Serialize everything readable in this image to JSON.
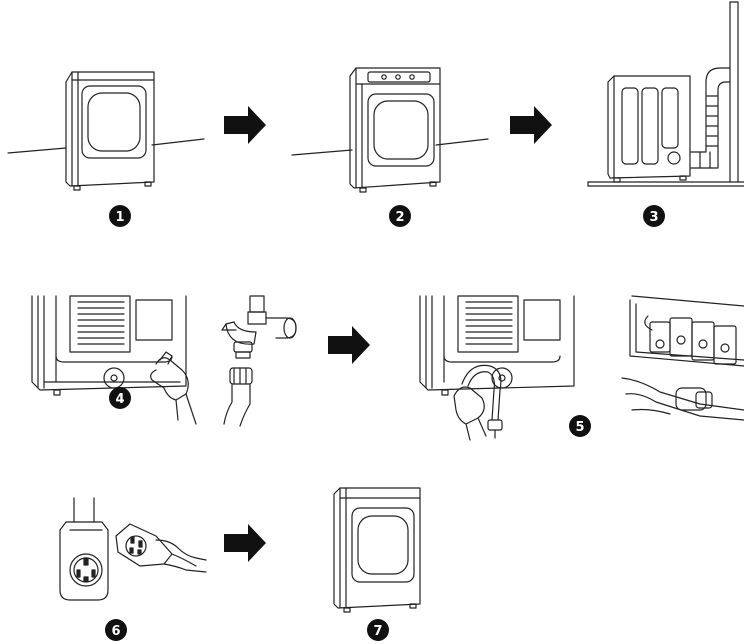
{
  "diagram": {
    "steps": [
      {
        "number": "1",
        "illustration": "dryer-front-on-level-floor"
      },
      {
        "number": "2",
        "illustration": "dryer-with-control-panel-level"
      },
      {
        "number": "3",
        "illustration": "dryer-side-with-exhaust-duct"
      },
      {
        "number": "4",
        "illustration": "dryer-rear-hose-and-faucet-connection"
      },
      {
        "number": "5",
        "illustration": "dryer-rear-water-connection-and-terminal-block"
      },
      {
        "number": "6",
        "illustration": "power-outlet-and-plug"
      },
      {
        "number": "7",
        "illustration": "installed-dryer"
      }
    ],
    "arrows": [
      "arrow-right",
      "arrow-right",
      "arrow-right",
      "arrow-right"
    ],
    "colors": {
      "line": "#222222",
      "badge": "#111111",
      "badge_text": "#ffffff",
      "arrow": "#111111"
    }
  }
}
